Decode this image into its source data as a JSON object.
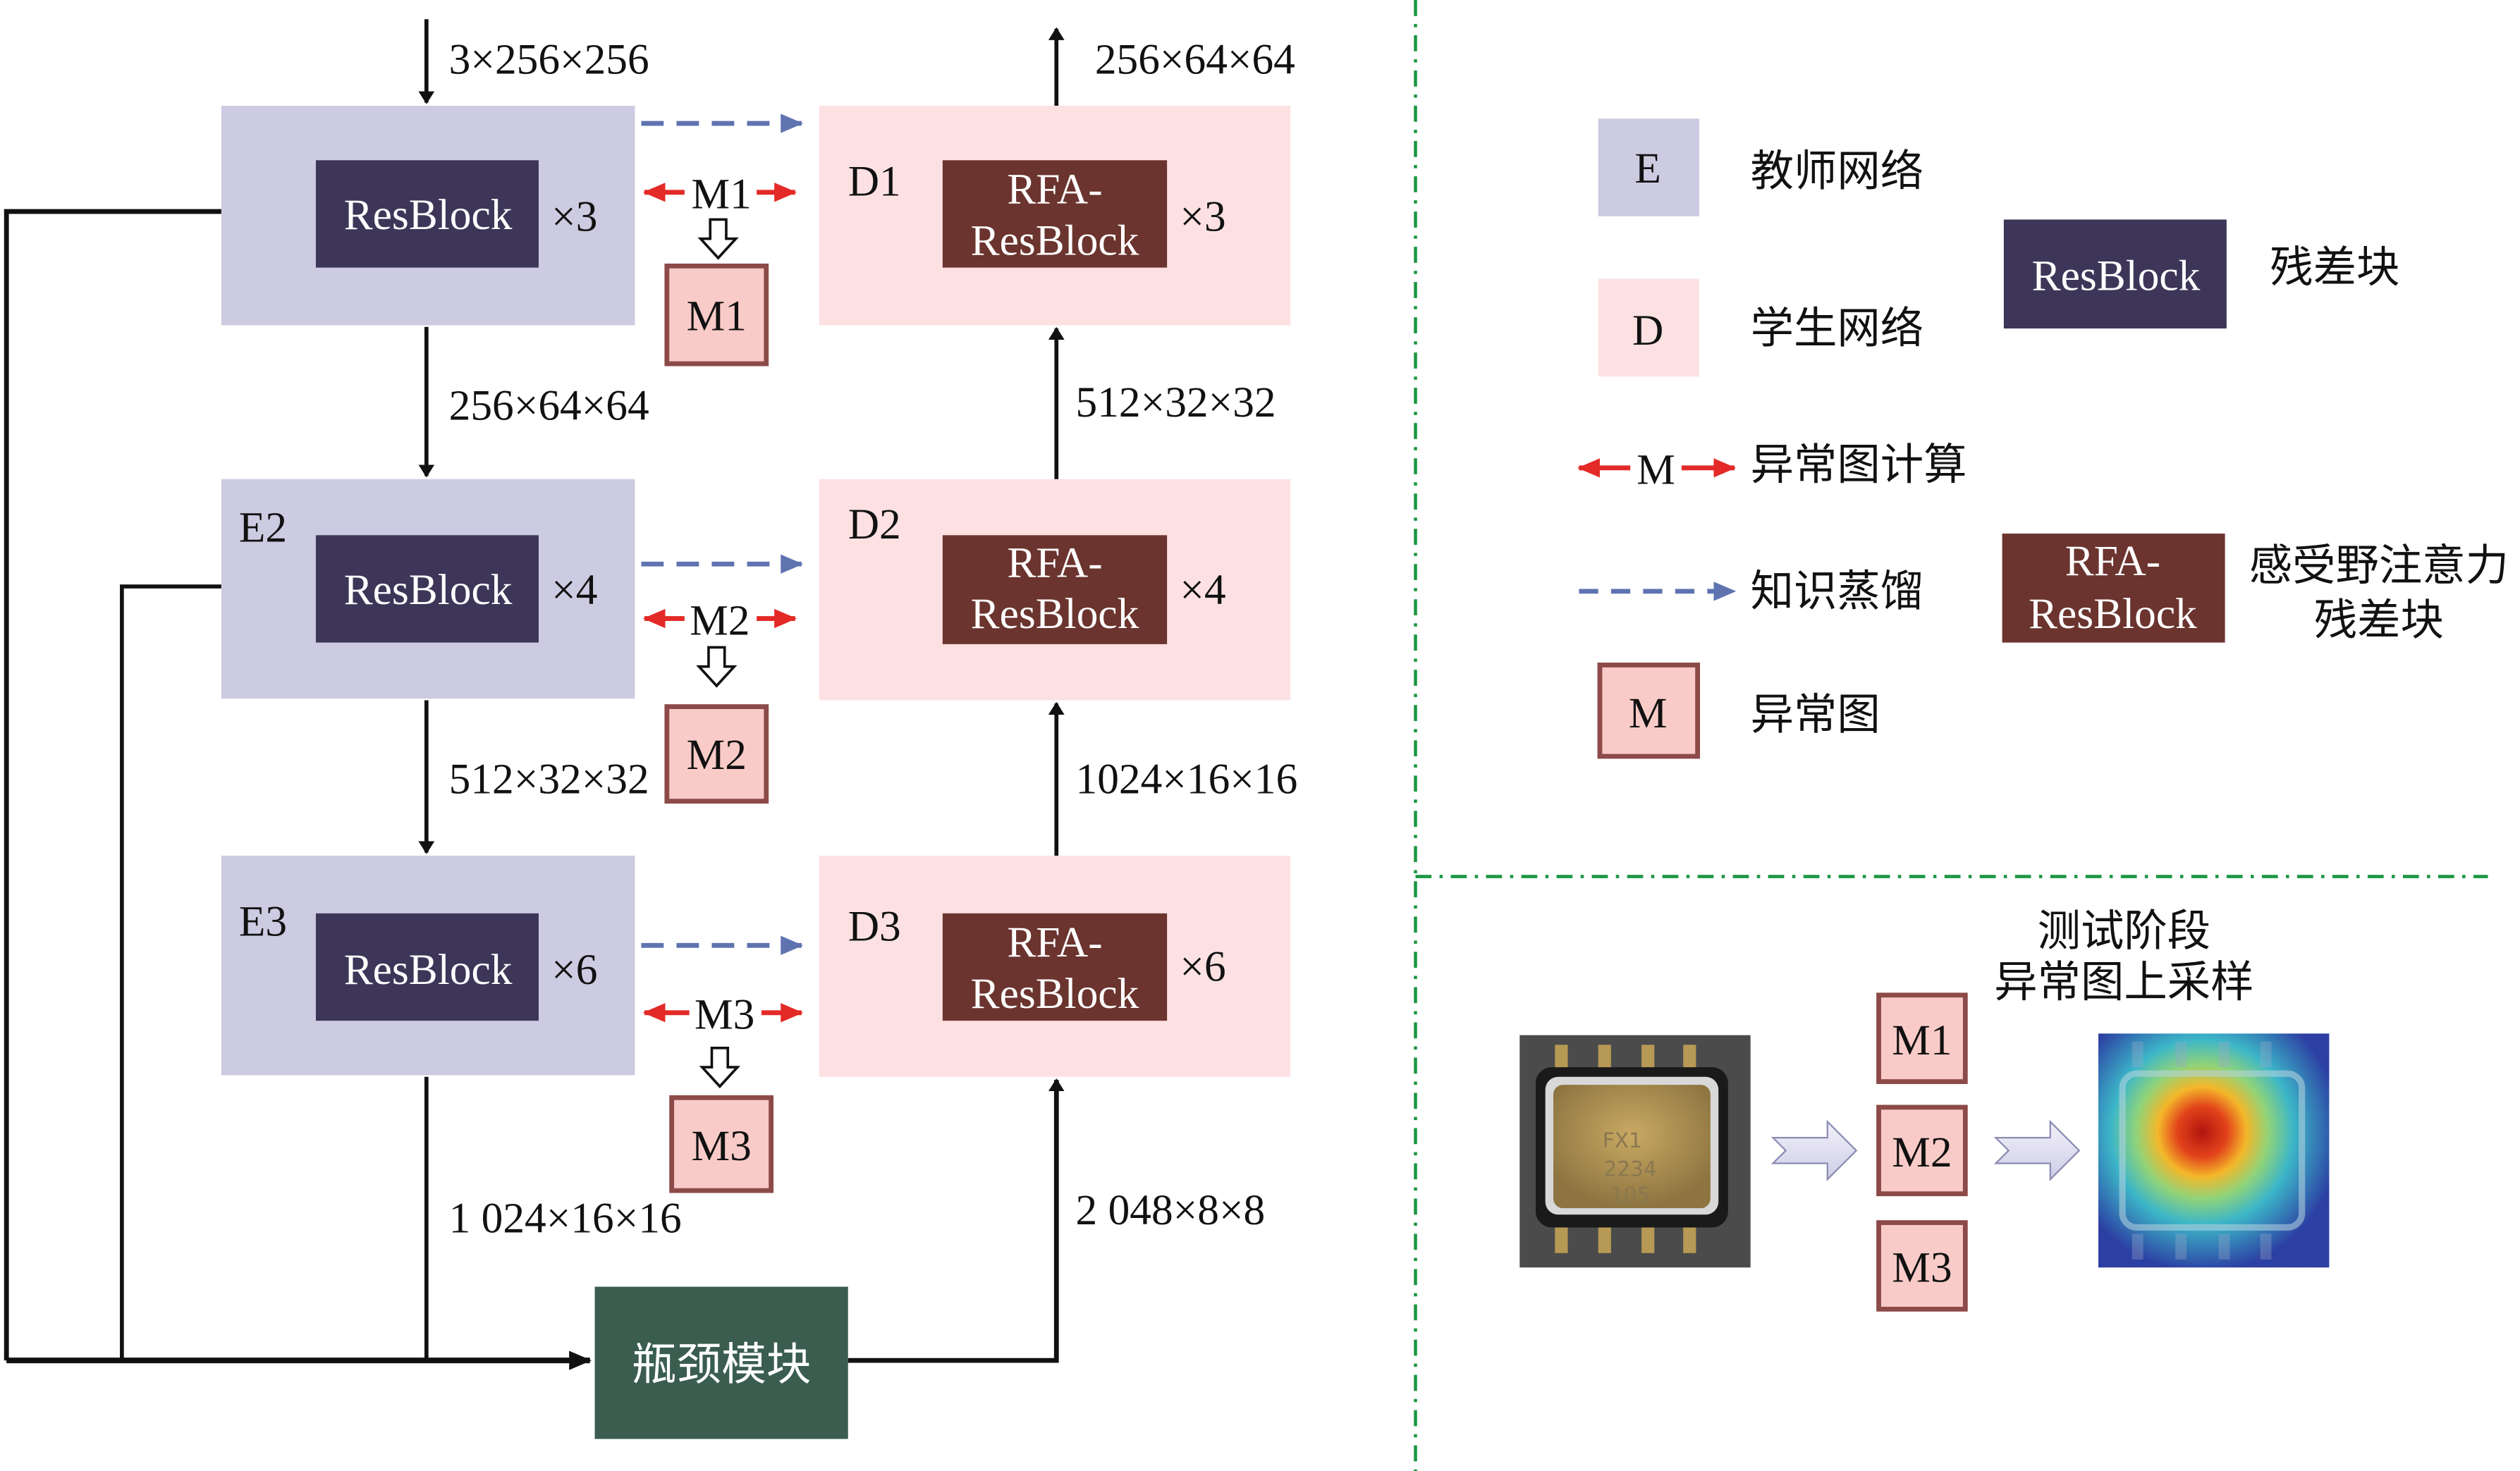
{
  "colors": {
    "encoder_bg": "#cdcbe1",
    "resblock_bg": "#3d3658",
    "decoder_bg": "#fde1e2",
    "rfa_bg": "#6b342e",
    "mapbox_bg": "#f9cbc8",
    "mapbox_border": "#8c4a48",
    "distill_arrow": "#5e73b0",
    "anomaly_arrow": "#e32a27",
    "bottleneck_bg": "#3a5d50",
    "separator": "#1a9641"
  },
  "encoder": [
    {
      "label": "",
      "block": "ResBlock",
      "repeat": "×3"
    },
    {
      "label": "E2",
      "block": "ResBlock",
      "repeat": "×4"
    },
    {
      "label": "E3",
      "block": "ResBlock",
      "repeat": "×6"
    }
  ],
  "decoder": [
    {
      "label": "D1",
      "block_line1": "RFA-",
      "block_line2": "ResBlock",
      "repeat": "×3"
    },
    {
      "label": "D2",
      "block_line1": "RFA-",
      "block_line2": "ResBlock",
      "repeat": "×4"
    },
    {
      "label": "D3",
      "block_line1": "RFA-",
      "block_line2": "ResBlock",
      "repeat": "×6"
    }
  ],
  "anomaly_maps": [
    "M1",
    "M2",
    "M3"
  ],
  "dims": {
    "input": "3×256×256",
    "e1_out": "256×64×64",
    "e2_out": "512×32×32",
    "e3_out": "1 024×16×16",
    "bottleneck_out": "2 048×8×8",
    "d3_out": "1024×16×16",
    "d2_out": "512×32×32",
    "output": "256×64×64"
  },
  "bottleneck": "瓶颈模块",
  "legend": {
    "encoder_key": "E",
    "encoder_text": "教师网络",
    "decoder_key": "D",
    "decoder_text": "学生网络",
    "anomaly_calc_key": "M",
    "anomaly_calc_text": "异常图计算",
    "distill_text": "知识蒸馏",
    "map_key": "M",
    "map_text": "异常图",
    "resblock_key": "ResBlock",
    "resblock_text": "残差块",
    "rfa_key_line1": "RFA-",
    "rfa_key_line2": "ResBlock",
    "rfa_text_line1": "感受野注意力",
    "rfa_text_line2": "残差块"
  },
  "test_phase": {
    "title_line1": "测试阶段",
    "title_line2": "异常图上采样",
    "maps": [
      "M1",
      "M2",
      "M3"
    ],
    "chip_text": [
      "FX1",
      "2234",
      "105"
    ]
  }
}
